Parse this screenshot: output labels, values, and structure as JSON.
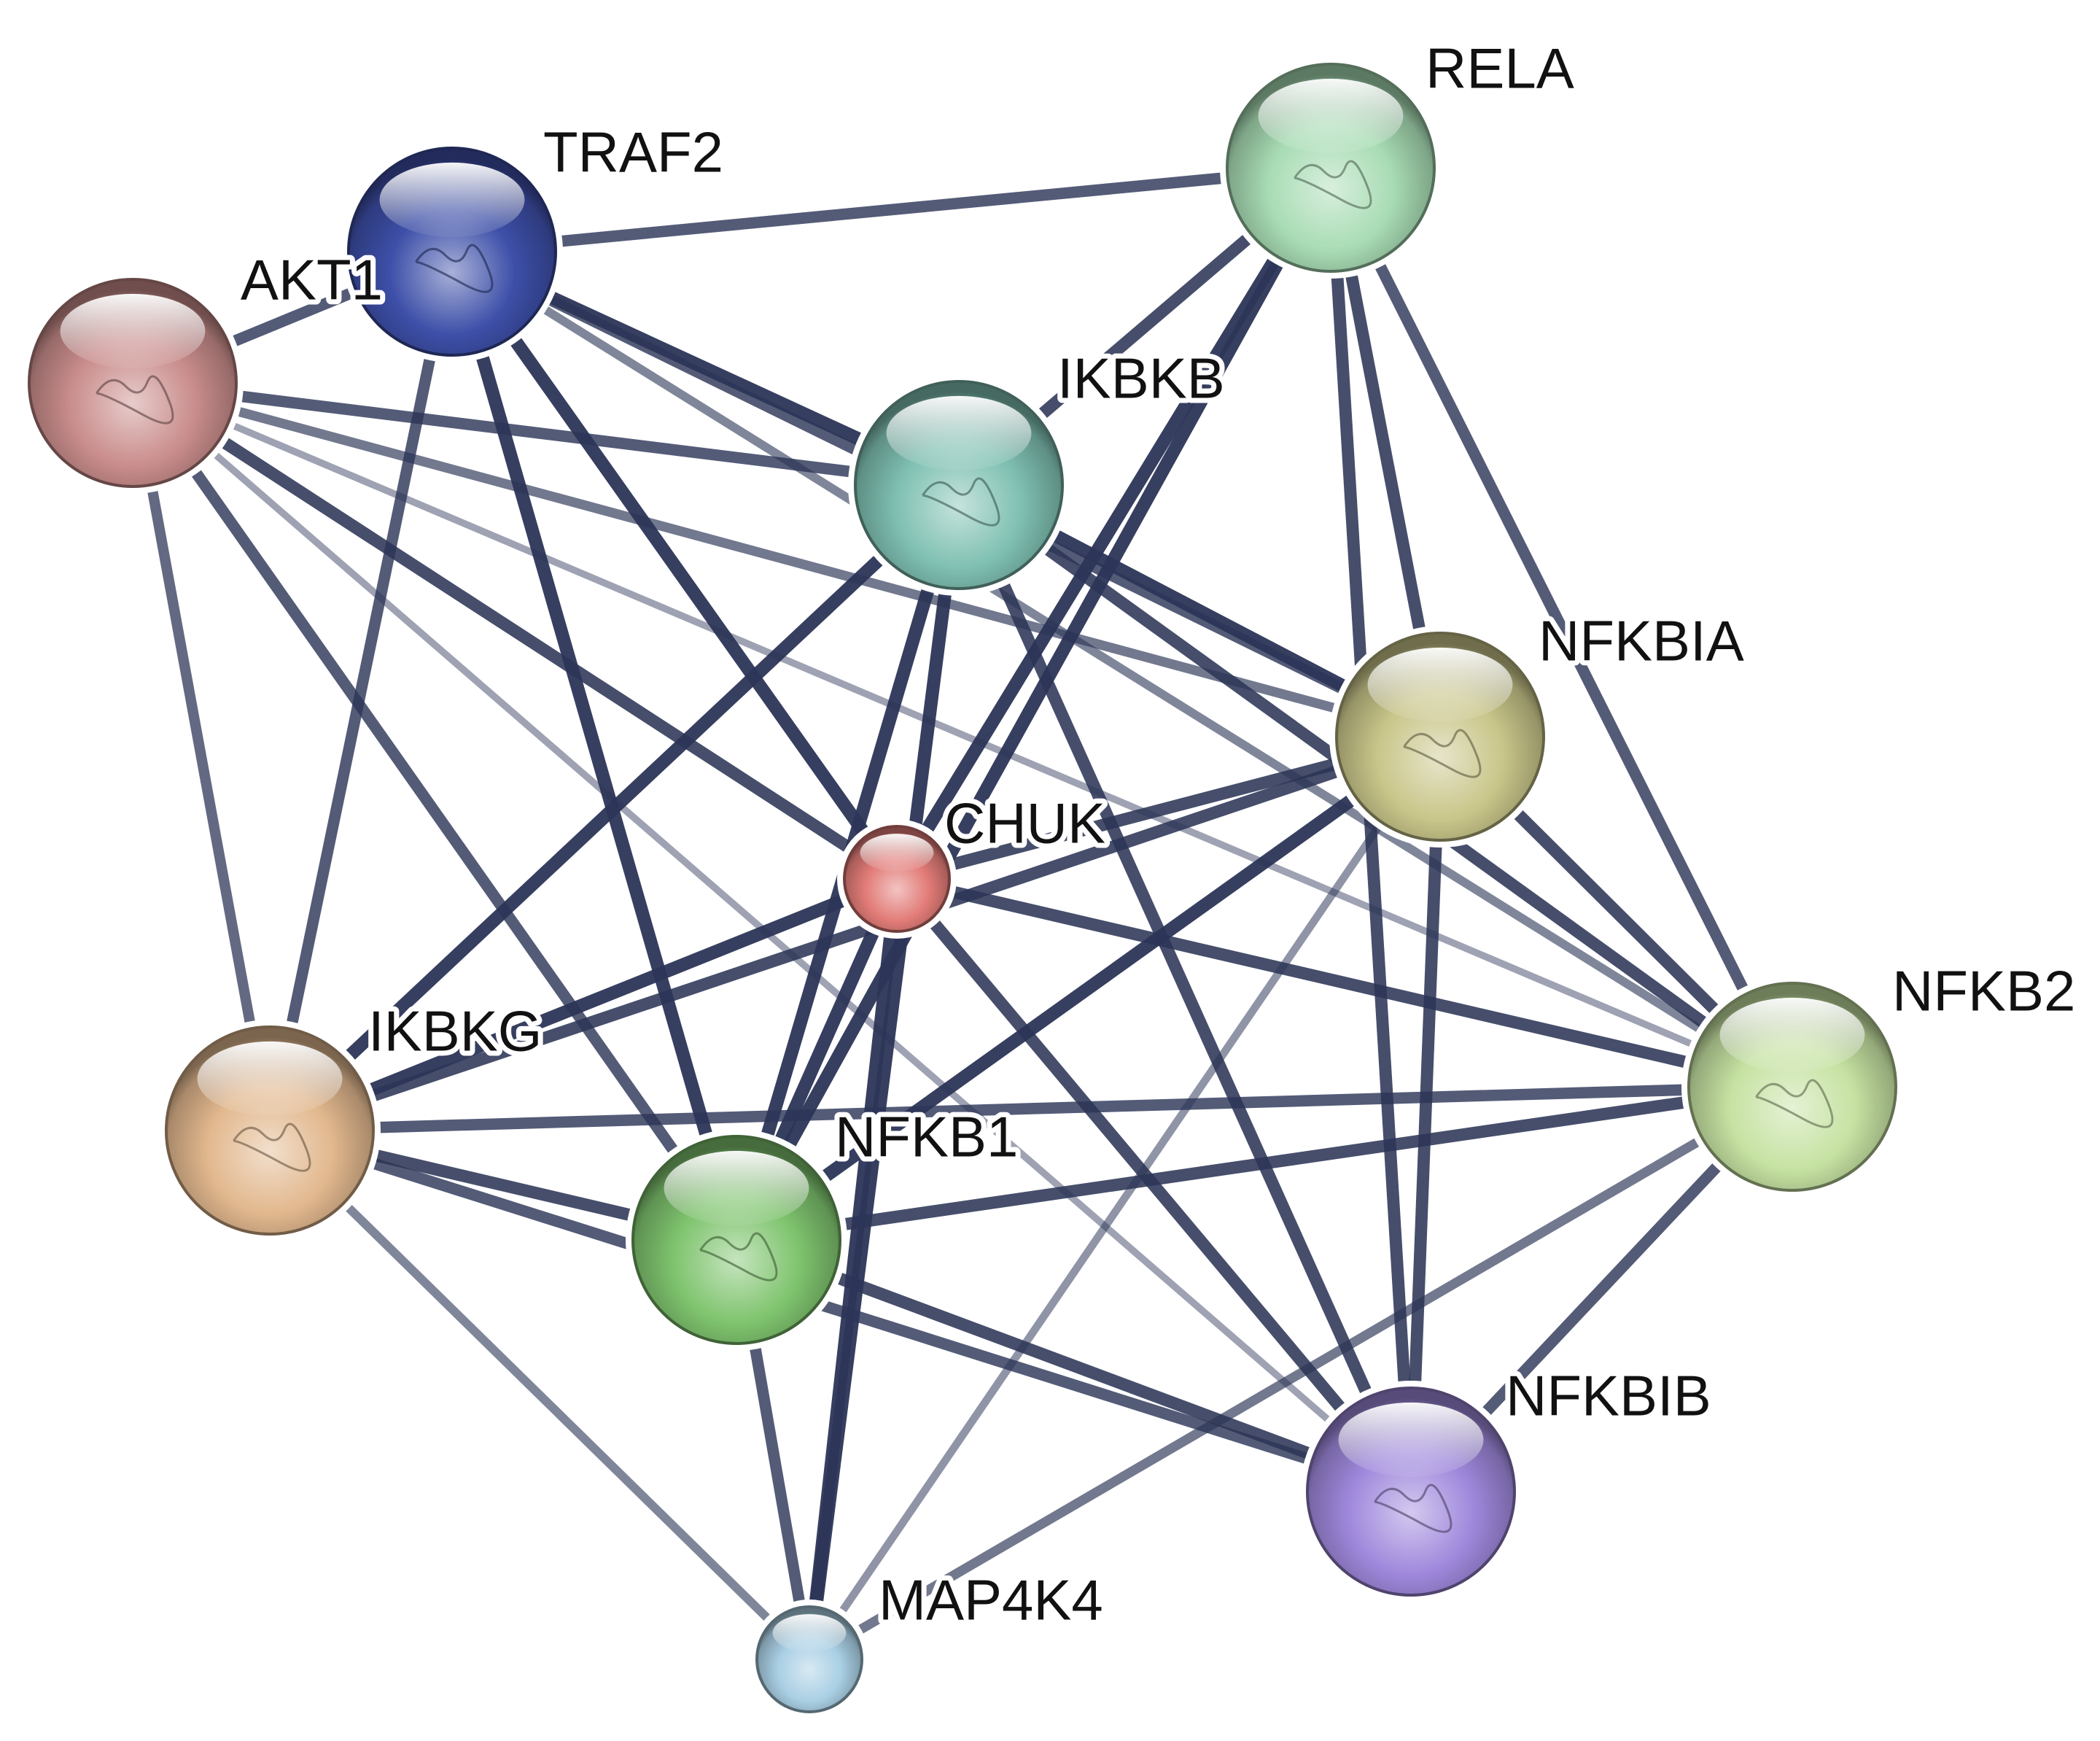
{
  "network": {
    "edge_color": "#2c3557",
    "nodes": [
      {
        "id": "RELA",
        "label": "RELA",
        "color": "#a8dcb4",
        "size": "large"
      },
      {
        "id": "TRAF2",
        "label": "TRAF2",
        "color": "#3d4fa8",
        "size": "large"
      },
      {
        "id": "AKT1",
        "label": "AKT1",
        "color": "#c98d8c",
        "size": "large"
      },
      {
        "id": "IKBKB",
        "label": "IKBKB",
        "color": "#7fc0b2",
        "size": "large"
      },
      {
        "id": "NFKBIA",
        "label": "NFKBIA",
        "color": "#c9c68a",
        "size": "large"
      },
      {
        "id": "CHUK",
        "label": "CHUK",
        "color": "#e27c78",
        "size": "small"
      },
      {
        "id": "NFKB2",
        "label": "NFKB2",
        "color": "#c6e2a2",
        "size": "large"
      },
      {
        "id": "IKBKG",
        "label": "IKBKG",
        "color": "#e2b88e",
        "size": "large"
      },
      {
        "id": "NFKB1",
        "label": "NFKB1",
        "color": "#7fc46e",
        "size": "large"
      },
      {
        "id": "NFKBIB",
        "label": "NFKBIB",
        "color": "#9f88dc",
        "size": "large"
      },
      {
        "id": "MAP4K4",
        "label": "MAP4K4",
        "color": "#a9cfe4",
        "size": "small"
      }
    ],
    "edges": [
      {
        "source": "AKT1",
        "target": "TRAF2",
        "strength": 0.8
      },
      {
        "source": "AKT1",
        "target": "IKBKB",
        "strength": 0.8
      },
      {
        "source": "AKT1",
        "target": "NFKBIA",
        "strength": 0.6
      },
      {
        "source": "AKT1",
        "target": "CHUK",
        "strength": 0.9
      },
      {
        "source": "AKT1",
        "target": "IKBKG",
        "strength": 0.7
      },
      {
        "source": "AKT1",
        "target": "NFKB1",
        "strength": 0.8
      },
      {
        "source": "AKT1",
        "target": "NFKB2",
        "strength": 0.3
      },
      {
        "source": "AKT1",
        "target": "NFKBIB",
        "strength": 0.3
      },
      {
        "source": "TRAF2",
        "target": "RELA",
        "strength": 0.8
      },
      {
        "source": "TRAF2",
        "target": "IKBKB",
        "strength": 1.0
      },
      {
        "source": "TRAF2",
        "target": "NFKBIA",
        "strength": 0.8
      },
      {
        "source": "TRAF2",
        "target": "CHUK",
        "strength": 1.0
      },
      {
        "source": "TRAF2",
        "target": "IKBKG",
        "strength": 0.8
      },
      {
        "source": "TRAF2",
        "target": "NFKB1",
        "strength": 1.0
      },
      {
        "source": "TRAF2",
        "target": "NFKB2",
        "strength": 0.5
      },
      {
        "source": "IKBKB",
        "target": "RELA",
        "strength": 0.9
      },
      {
        "source": "IKBKB",
        "target": "NFKBIA",
        "strength": 1.0
      },
      {
        "source": "IKBKB",
        "target": "IKBKG",
        "strength": 1.0
      },
      {
        "source": "IKBKB",
        "target": "NFKB1",
        "strength": 1.0
      },
      {
        "source": "IKBKB",
        "target": "NFKB2",
        "strength": 0.9
      },
      {
        "source": "IKBKB",
        "target": "NFKBIB",
        "strength": 0.9
      },
      {
        "source": "IKBKB",
        "target": "MAP4K4",
        "strength": 1.0
      },
      {
        "source": "RELA",
        "target": "CHUK",
        "strength": 1.0
      },
      {
        "source": "RELA",
        "target": "NFKBIA",
        "strength": 0.9
      },
      {
        "source": "RELA",
        "target": "NFKB2",
        "strength": 0.8
      },
      {
        "source": "RELA",
        "target": "NFKBIB",
        "strength": 0.9
      },
      {
        "source": "RELA",
        "target": "NFKB1",
        "strength": 1.0
      },
      {
        "source": "NFKBIA",
        "target": "CHUK",
        "strength": 0.9
      },
      {
        "source": "NFKBIA",
        "target": "IKBKG",
        "strength": 0.9
      },
      {
        "source": "NFKBIA",
        "target": "NFKB1",
        "strength": 1.0
      },
      {
        "source": "NFKBIA",
        "target": "NFKB2",
        "strength": 0.9
      },
      {
        "source": "NFKBIA",
        "target": "NFKBIB",
        "strength": 0.9
      },
      {
        "source": "NFKBIA",
        "target": "MAP4K4",
        "strength": 0.4
      },
      {
        "source": "CHUK",
        "target": "IKBKG",
        "strength": 1.0
      },
      {
        "source": "CHUK",
        "target": "NFKB1",
        "strength": 1.0
      },
      {
        "source": "CHUK",
        "target": "NFKB2",
        "strength": 0.9
      },
      {
        "source": "CHUK",
        "target": "NFKBIB",
        "strength": 0.9
      },
      {
        "source": "CHUK",
        "target": "MAP4K4",
        "strength": 1.0
      },
      {
        "source": "IKBKG",
        "target": "NFKB1",
        "strength": 0.9
      },
      {
        "source": "IKBKG",
        "target": "NFKB2",
        "strength": 0.8
      },
      {
        "source": "IKBKG",
        "target": "NFKBIB",
        "strength": 0.8
      },
      {
        "source": "IKBKG",
        "target": "MAP4K4",
        "strength": 0.5
      },
      {
        "source": "NFKB1",
        "target": "NFKB2",
        "strength": 0.9
      },
      {
        "source": "NFKB1",
        "target": "NFKBIB",
        "strength": 0.9
      },
      {
        "source": "NFKB1",
        "target": "MAP4K4",
        "strength": 0.8
      },
      {
        "source": "NFKB2",
        "target": "NFKBIB",
        "strength": 0.8
      },
      {
        "source": "NFKB2",
        "target": "MAP4K4",
        "strength": 0.6
      }
    ]
  }
}
